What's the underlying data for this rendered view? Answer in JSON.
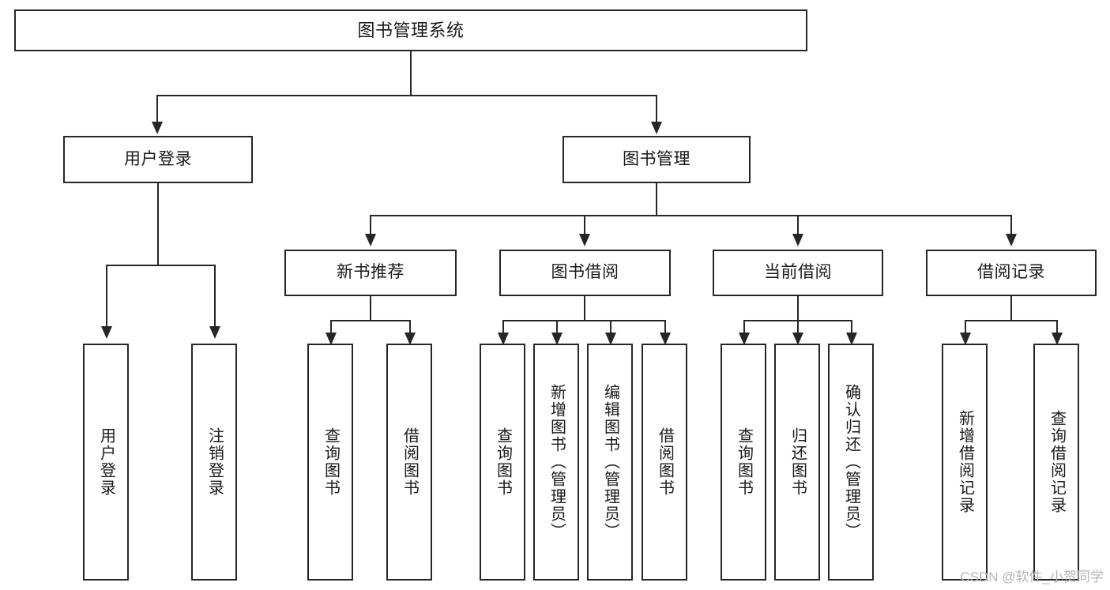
{
  "diagram": {
    "title": "图书管理系统",
    "type": "功能结构图",
    "watermark": "CSDN @软件_小贺同学",
    "accent_color": "#262626",
    "background_color": "#ffffff"
  },
  "root": {
    "label": "图书管理系统"
  },
  "level1": [
    {
      "id": "user-login",
      "label": "用户登录"
    },
    {
      "id": "book-manage",
      "label": "图书管理"
    }
  ],
  "level2": [
    {
      "id": "new-book-recommend",
      "label": "新书推荐",
      "parent": "book-manage"
    },
    {
      "id": "book-borrow",
      "label": "图书借阅",
      "parent": "book-manage"
    },
    {
      "id": "current-borrow",
      "label": "当前借阅",
      "parent": "book-manage"
    },
    {
      "id": "borrow-record",
      "label": "借阅记录",
      "parent": "book-manage"
    }
  ],
  "leaves": {
    "user_login": [
      {
        "id": "leaf-user-login",
        "label": "用户登录"
      },
      {
        "id": "leaf-user-logout",
        "label": "注销登录"
      }
    ],
    "new_book_recommend": [
      {
        "id": "leaf-query-book-1",
        "label": "查询图书"
      },
      {
        "id": "leaf-borrow-book-1",
        "label": "借阅图书"
      }
    ],
    "book_borrow": [
      {
        "id": "leaf-query-book-2",
        "label": "查询图书"
      },
      {
        "id": "leaf-add-book",
        "label": "新增图书（管理员）"
      },
      {
        "id": "leaf-edit-book",
        "label": "编辑图书（管理员）"
      },
      {
        "id": "leaf-borrow-book-2",
        "label": "借阅图书"
      }
    ],
    "current_borrow": [
      {
        "id": "leaf-query-book-3",
        "label": "查询图书"
      },
      {
        "id": "leaf-return-book",
        "label": "归还图书"
      },
      {
        "id": "leaf-confirm-return",
        "label": "确认归还（管理员）"
      }
    ],
    "borrow_record": [
      {
        "id": "leaf-add-record",
        "label": "新增借阅记录"
      },
      {
        "id": "leaf-query-record",
        "label": "查询借阅记录"
      }
    ]
  }
}
